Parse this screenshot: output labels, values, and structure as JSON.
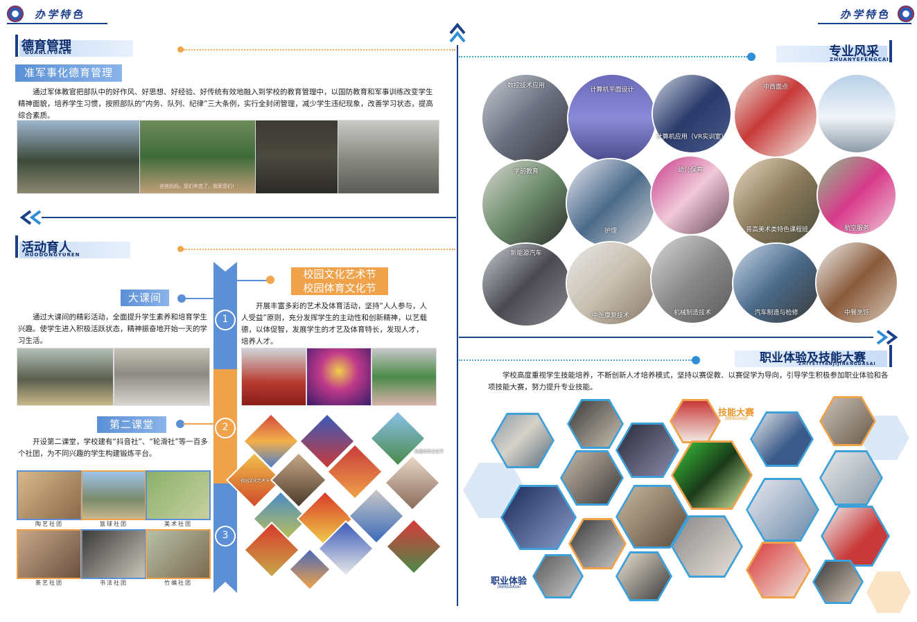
{
  "header": {
    "left_title": "办学特色",
    "right_title": "办学特色"
  },
  "deyu": {
    "title": "德育管理",
    "sub": "GUANLIYUREN",
    "tag": "准军事化德育管理",
    "para": "通过军体教官把部队中的好作风、好思想、好经验、好传统有效地融入到学校的教育管理中，以国防教育和军事训练改变学生精神面貌，培养学生习惯，按照部队的“内务、队列、纪律”三大条例，实行全封闭管理，减少学生违纪现象，改善学习状态，提高综合素质。",
    "photo_caption": "爸爸妈妈，您们辛苦了，我爱您们!"
  },
  "huodong": {
    "title": "活动育人",
    "sub": "HUODONGYUREN",
    "daketan": "大课间",
    "daketan_para": "通过大课间的精彩活动，全面提升学生素养和培育学生兴趣。使学生进入积极活跃状态，精神振奋地开始一天的学习生活。",
    "dier": "第二课堂",
    "dier_para": "开设第二课堂，学校建有“抖音社”、“轮滑社”等一百多个社团，为不同兴趣的学生构建锻炼平台。",
    "clubs": [
      "陶艺社团",
      "篮球社团",
      "美术社团",
      "茶艺社团",
      "书法社团",
      "竹编社团"
    ],
    "festival_1": "校园文化艺术节",
    "festival_2": "校园体育文化节",
    "festival_para": "开展丰富多彩的艺术及体育活动，坚持“人人参与，人人受益”原则，充分发挥学生的主动性和创新精神，以艺载德，以体促智，发展学生的才艺及体育特长，发现人才，培养人才。",
    "numbers": [
      "1",
      "2",
      "3"
    ],
    "diamond_labels": [
      "校园文化艺术节",
      "校园体育文化节"
    ]
  },
  "zhuanye": {
    "title": "专业风采",
    "sub": "ZHUANYEFENGCAI",
    "majors": [
      "数控技术应用",
      "计算机平面设计",
      "中西面点",
      "计算机应用（VR实训室）",
      "学前教育",
      "护理",
      "幼儿保育",
      "普高美术类特色课程班",
      "航空服务",
      "新能源汽车",
      "中医康复技术",
      "机械制造技术",
      "汽车制造与检修",
      "中餐烹饪"
    ]
  },
  "zhiye": {
    "title": "职业体验及技能大赛",
    "sub": "ZHIYETIYANJIJINENGDASAI",
    "para": "学校高度重视学生技能培养，不断创新人才培养模式，坚持以赛促教、以赛促学为导向，引导学生积极参加职业体验和各项技能大赛，努力提升专业技能。",
    "jineng": "技能大赛",
    "jineng_sub": "JINENGDASAI",
    "tiyan": "职业体验",
    "tiyan_sub": "JINENGDASAI"
  }
}
